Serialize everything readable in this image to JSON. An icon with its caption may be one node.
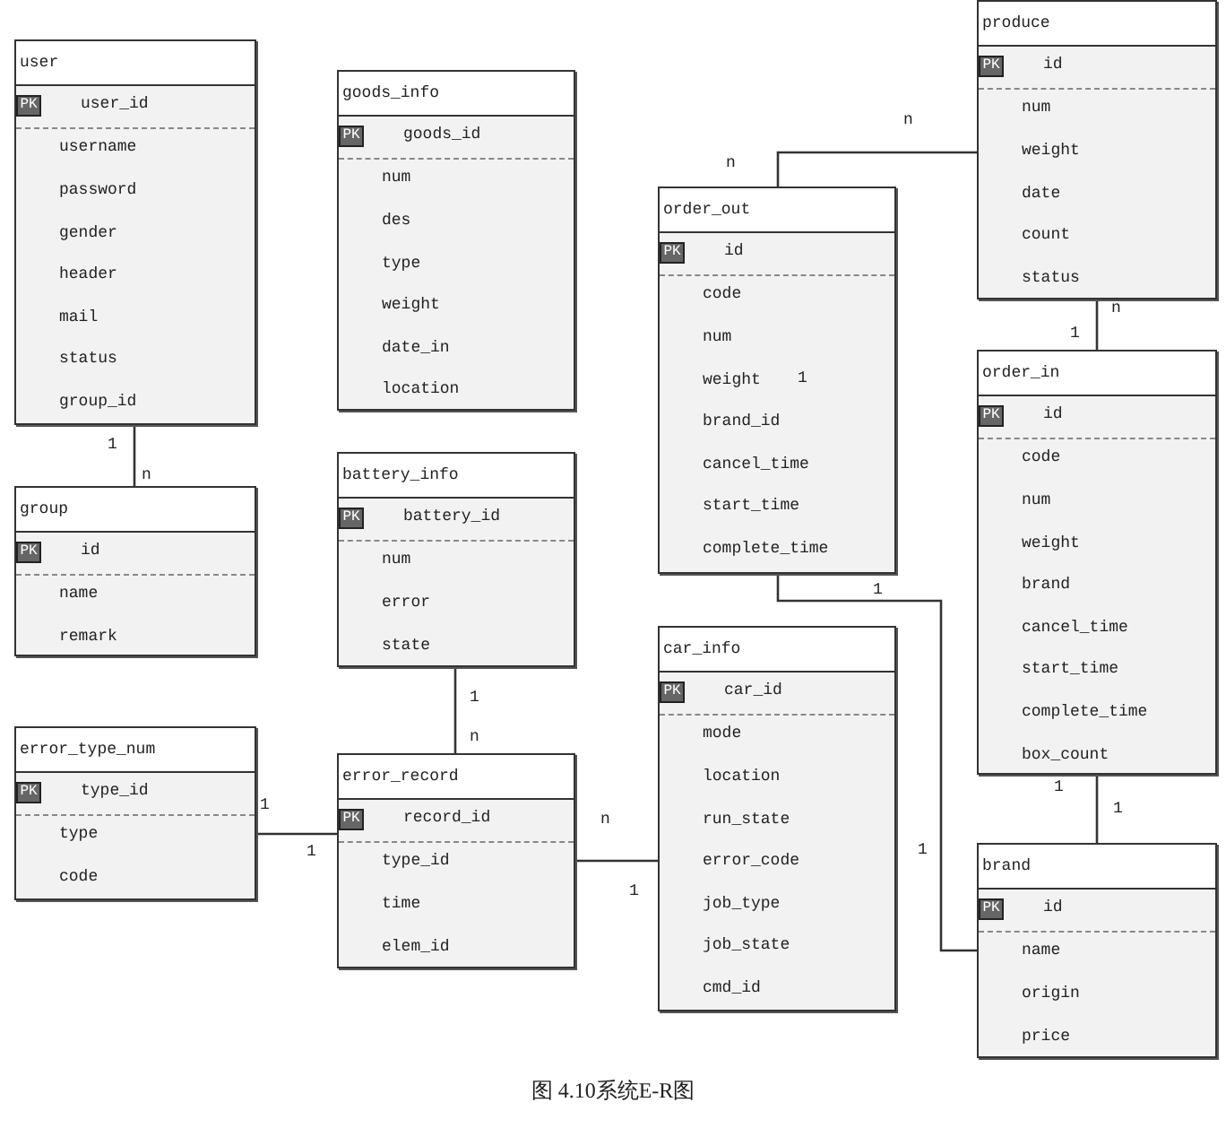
{
  "diagram": {
    "caption": "图 4.10系统E-R图",
    "nodes": [
      {
        "text": [
          "user",
          "PK",
          "user_id",
          "username",
          "password",
          "gender",
          "header",
          "mail",
          "status",
          "group_id"
        ]
      },
      {
        "text": [
          "goods_info",
          "PK",
          "goods_id",
          "num",
          "des",
          "type",
          "weight",
          "date_in",
          "location"
        ]
      },
      {
        "text": [
          "group",
          "PK",
          "id",
          "name",
          "remark"
        ]
      },
      {
        "text": [
          "battery_info",
          "PK",
          "battery_id",
          "num",
          "error",
          "state"
        ]
      },
      {
        "text": [
          "error_type_num",
          "PK",
          "type_id",
          "type",
          "code"
        ]
      },
      {
        "text": [
          "error_record",
          "PK",
          "record_id",
          "type_id",
          "time",
          "elem_id"
        ]
      },
      {
        "text": [
          "order_out",
          "PK",
          "id",
          "code",
          "num",
          "weight",
          "brand_id",
          "cancel_time",
          "start_time",
          "complete_time"
        ]
      },
      {
        "text": [
          "car_info",
          "PK",
          "car_id",
          "mode",
          "location",
          "run_state",
          "error_code",
          "job_type",
          "job_state",
          "cmd_id"
        ]
      },
      {
        "text": [
          "produce",
          "PK",
          "id",
          "num",
          "weight",
          "date",
          "count",
          "status"
        ]
      },
      {
        "text": [
          "order_in",
          "PK",
          "id",
          "code",
          "num",
          "weight",
          "brand",
          "cancel_time",
          "start_time",
          "complete_time",
          "box_count"
        ]
      },
      {
        "text": [
          "brand",
          "PK",
          "id",
          "name",
          "origin",
          "price"
        ]
      }
    ],
    "edges": [
      {
        "from": 0,
        "to": 2,
        "arrow": "none"
      },
      {
        "from": 6,
        "to": 8,
        "arrow": "none"
      },
      {
        "from": 8,
        "to": 9,
        "arrow": "none"
      },
      {
        "from": 6,
        "to": 10,
        "arrow": "none"
      },
      {
        "from": 9,
        "to": 10,
        "arrow": "none"
      },
      {
        "from": 3,
        "to": 5,
        "arrow": "none"
      },
      {
        "from": 4,
        "to": 5,
        "arrow": "none"
      },
      {
        "from": 5,
        "to": 7,
        "arrow": "none"
      }
    ],
    "labels": [
      "n",
      "n",
      "n",
      "1",
      "1",
      "1",
      "n",
      "1",
      "1",
      "n",
      "1",
      "1",
      "1",
      "n",
      "1",
      "1",
      "1"
    ]
  }
}
